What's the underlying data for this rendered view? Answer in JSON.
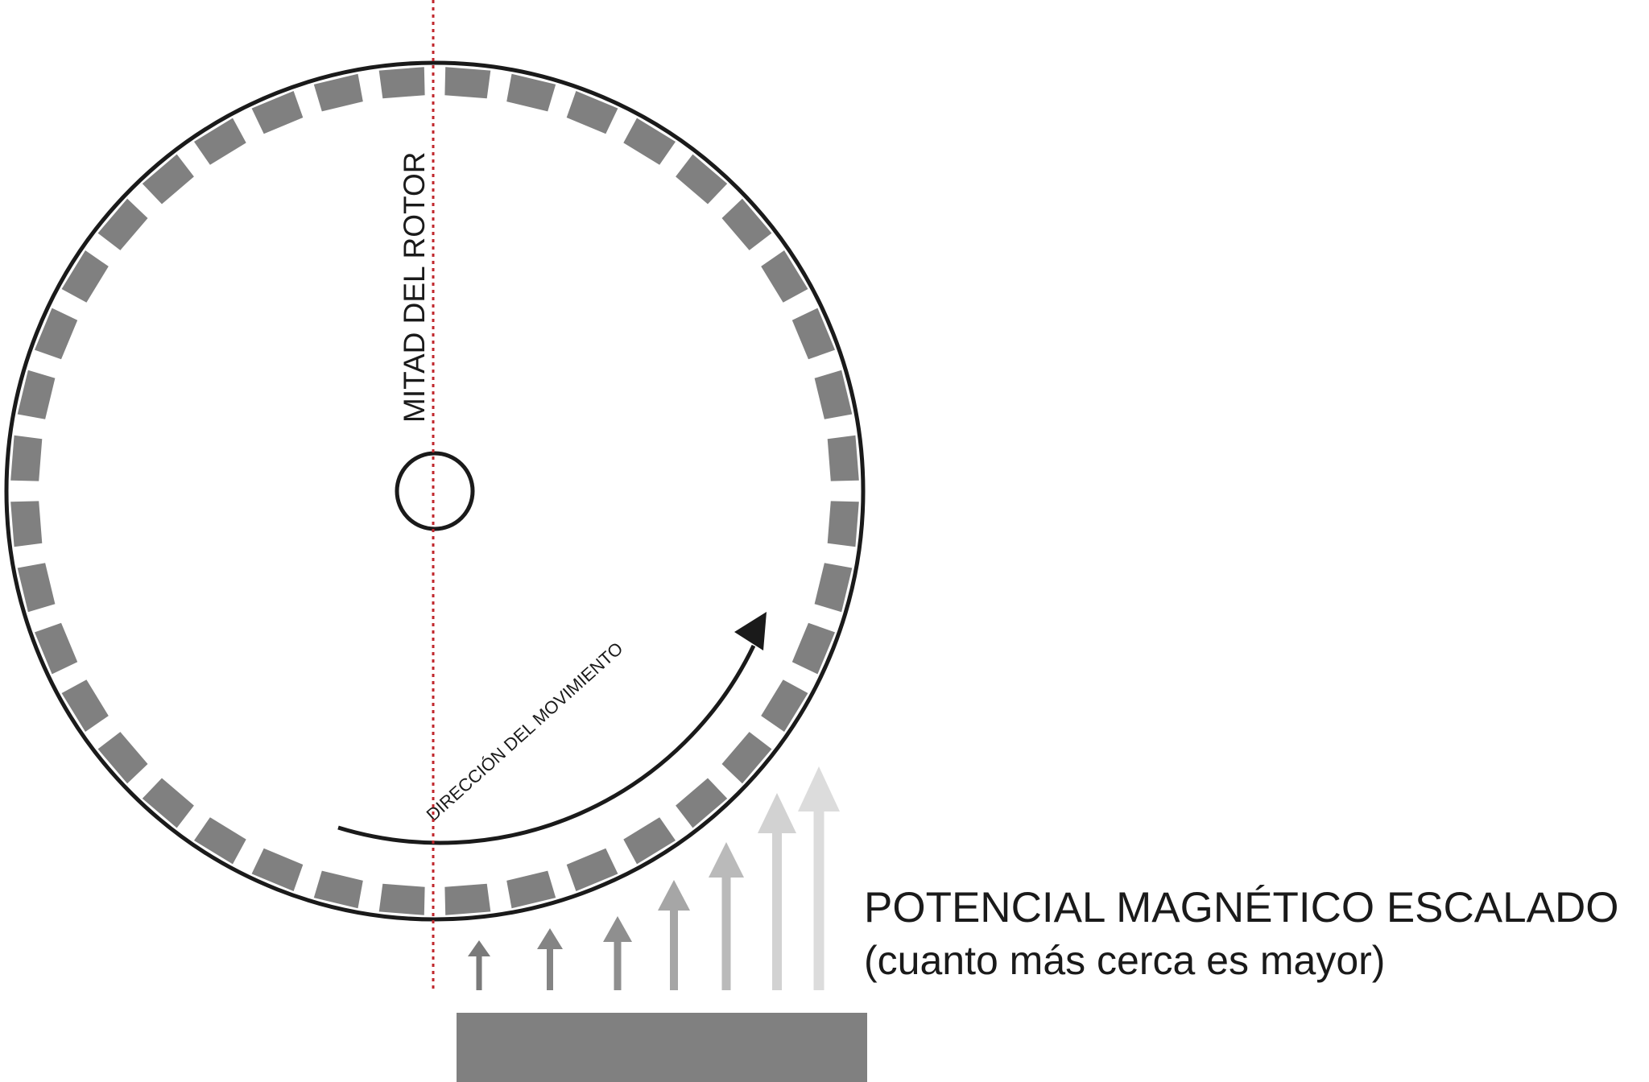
{
  "labels": {
    "rotor_half": "MITAD DEL ROTOR",
    "movement_direction": "DIRECCIÓN DEL MOVIMIENTO",
    "potential_title": "POTENCIAL MAGNÉTICO ESCALADO",
    "potential_note": "(cuanto más cerca es mayor)"
  },
  "rotor": {
    "magnet_count": 40
  },
  "potential_arrows": [
    {
      "level": 1,
      "color": "#7a7a7a"
    },
    {
      "level": 2,
      "color": "#848484"
    },
    {
      "level": 3,
      "color": "#8f8f8f"
    },
    {
      "level": 4,
      "color": "#a6a6a6"
    },
    {
      "level": 5,
      "color": "#bababa"
    },
    {
      "level": 6,
      "color": "#d2d2d2"
    },
    {
      "level": 7,
      "color": "#dcdcdc"
    }
  ],
  "colors": {
    "magnet": "#808080",
    "stator": "#808080",
    "outline": "#1a1a1a",
    "center_line": "#c0272d"
  }
}
